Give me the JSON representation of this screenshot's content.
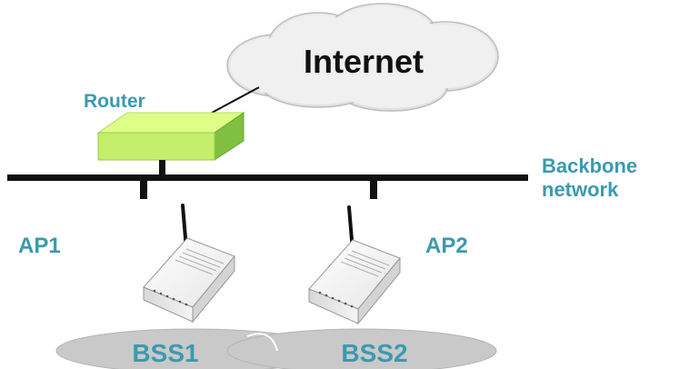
{
  "cloud_label": "Internet",
  "router_label": "Router",
  "backbone_label_line1": "Backbone",
  "backbone_label_line2": "network",
  "ap1_label": "AP1",
  "ap2_label": "AP2",
  "bss1_label": "BSS1",
  "bss2_label": "BSS2",
  "colors": {
    "accent_text": "#3a9ab0",
    "router_top": "#ddff88",
    "router_side": "#7fc040",
    "line": "#111111",
    "bss_ellipse": "#c8c8c8",
    "cloud_fill": "#f2f2f2",
    "cloud_stroke": "#b8b8b8"
  },
  "icons": {
    "cloud": "cloud-icon",
    "router": "router-icon",
    "access_point": "access-point-icon"
  }
}
